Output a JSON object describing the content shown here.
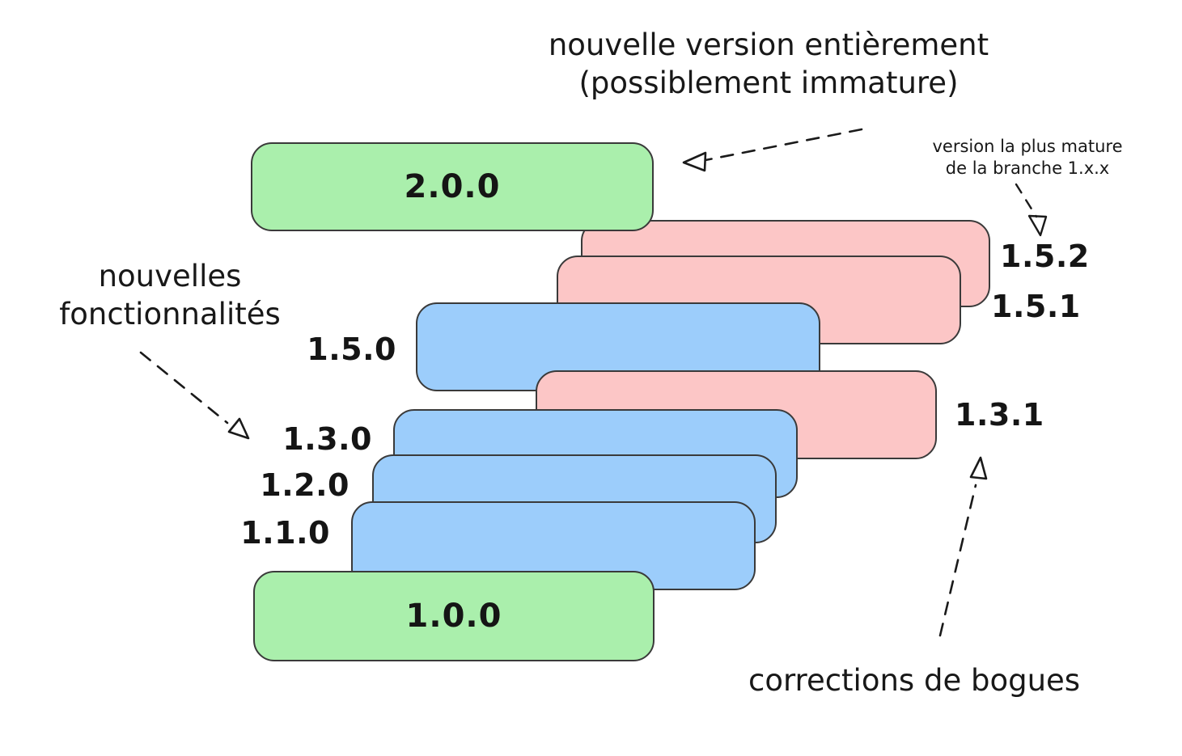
{
  "diagram": {
    "title_text_top": "nouvelle version entièrement\n(possiblement immature)",
    "annotation_top_right": "version la plus mature\nde la branche 1.x.x",
    "annotation_left": "nouvelles\nfonctionnalités",
    "annotation_bottom": "corrections de bogues"
  },
  "colors": {
    "green": "#AAEFAC",
    "blue": "#9CCDFB",
    "pink": "#FCC6C6",
    "stroke": "#3a3a3a",
    "text": "#151515",
    "background": "#ffffff"
  },
  "bars": [
    {
      "id": "v200",
      "label": "2.0.0",
      "color_name": "green",
      "label_inside": true
    },
    {
      "id": "v152",
      "label": "1.5.2",
      "color_name": "pink",
      "label_inside": false
    },
    {
      "id": "v151",
      "label": "1.5.1",
      "color_name": "pink",
      "label_inside": false
    },
    {
      "id": "v150",
      "label": "1.5.0",
      "color_name": "blue",
      "label_inside": false
    },
    {
      "id": "v131",
      "label": "1.3.1",
      "color_name": "pink",
      "label_inside": false
    },
    {
      "id": "v130",
      "label": "1.3.0",
      "color_name": "blue",
      "label_inside": false
    },
    {
      "id": "v120",
      "label": "1.2.0",
      "color_name": "blue",
      "label_inside": false
    },
    {
      "id": "v110",
      "label": "1.1.0",
      "color_name": "blue",
      "label_inside": false
    },
    {
      "id": "v100",
      "label": "1.0.0",
      "color_name": "green",
      "label_inside": true
    }
  ],
  "labels": {
    "v200": "2.0.0",
    "v152": "1.5.2",
    "v151": "1.5.1",
    "v150": "1.5.0",
    "v131": "1.3.1",
    "v130": "1.3.0",
    "v120": "1.2.0",
    "v110": "1.1.0",
    "v100": "1.0.0"
  }
}
